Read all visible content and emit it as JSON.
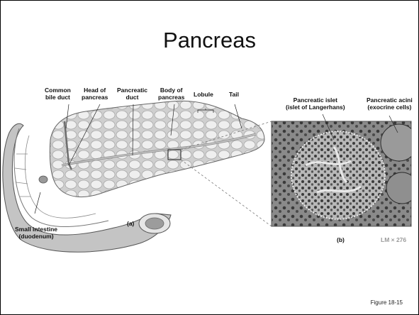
{
  "slide": {
    "title": "Pancreas",
    "figure_caption": "Figure 18-15"
  },
  "panel_a": {
    "panel_label": "(a)",
    "labels": {
      "common_bile_duct": [
        "Common",
        "bile duct"
      ],
      "head_of_pancreas": [
        "Head of",
        "pancreas"
      ],
      "pancreatic_duct": [
        "Pancreatic",
        "duct"
      ],
      "body_of_pancreas": [
        "Body of",
        "pancreas"
      ],
      "lobule": "Lobule",
      "tail": "Tail",
      "small_intestine": [
        "Small intestine",
        "(duodenum)"
      ]
    }
  },
  "panel_b": {
    "panel_label": "(b)",
    "magnification": "LM × 276",
    "labels": {
      "pancreatic_islet": [
        "Pancreatic islet",
        "(islet of Langerhans)"
      ],
      "pancreatic_acini": [
        "Pancreatic acini",
        "(exocrine cells)"
      ]
    }
  },
  "colors": {
    "pancreas_fill": "#d9d9d9",
    "pancreas_lobule": "#efefef",
    "duodenum_fill": "#bdbdbd",
    "micrograph_bg": "#7d7d7d"
  }
}
